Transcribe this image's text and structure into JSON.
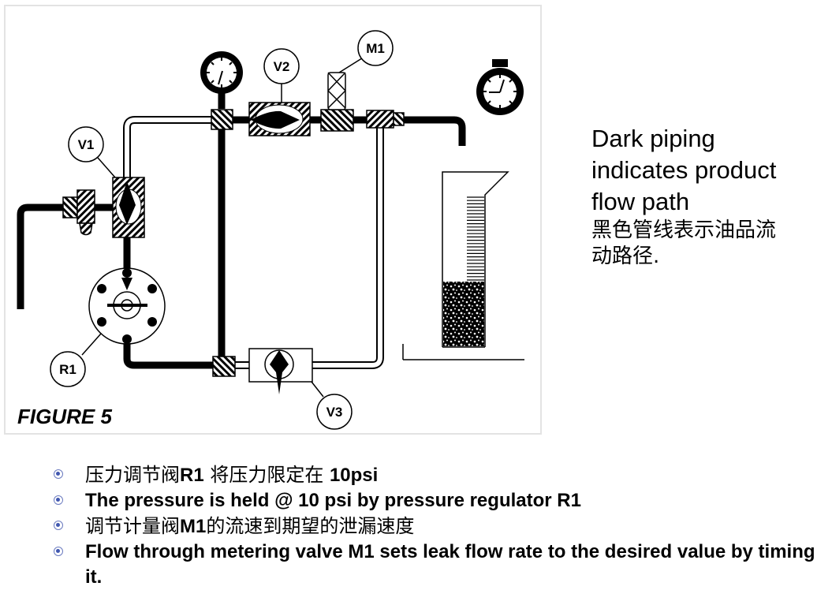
{
  "figure": {
    "title": "FIGURE 5",
    "labels": {
      "v1": "V1",
      "v2": "V2",
      "v3": "V3",
      "m1": "M1",
      "r1": "R1"
    },
    "components": [
      {
        "id": "pressure-gauge",
        "icon": "gauge-icon"
      },
      {
        "id": "valve-v1",
        "icon": "valve-icon"
      },
      {
        "id": "valve-v2",
        "icon": "valve-icon"
      },
      {
        "id": "valve-v3",
        "icon": "valve-icon"
      },
      {
        "id": "metering-valve-m1",
        "icon": "metering-valve-icon"
      },
      {
        "id": "pressure-regulator-r1",
        "icon": "regulator-icon"
      },
      {
        "id": "stopwatch",
        "icon": "stopwatch-icon"
      },
      {
        "id": "graduated-cylinder",
        "icon": "graduated-cylinder-icon"
      }
    ]
  },
  "caption": {
    "english_lines": [
      "Dark piping",
      "indicates product",
      "flow path"
    ],
    "chinese_lines": [
      "黑色管线表示油品流",
      "动路径."
    ]
  },
  "bullets": [
    {
      "segments": [
        {
          "text": "压力调节阀",
          "bold": false
        },
        {
          "text": "R1",
          "bold": true
        },
        {
          "text": " 将压力限定在 ",
          "bold": false
        },
        {
          "text": "10psi",
          "bold": true
        }
      ]
    },
    {
      "segments": [
        {
          "text": "The pressure is held @ 10 psi by pressure regulator R1",
          "bold": true
        }
      ]
    },
    {
      "segments": [
        {
          "text": "调节计量阀",
          "bold": false
        },
        {
          "text": "M1",
          "bold": true
        },
        {
          "text": "的流速到期望的泄漏速度",
          "bold": false
        }
      ]
    },
    {
      "segments": [
        {
          "text": "Flow through metering valve M1 sets leak flow rate to the desired value by timing it.",
          "bold": true
        }
      ]
    }
  ]
}
